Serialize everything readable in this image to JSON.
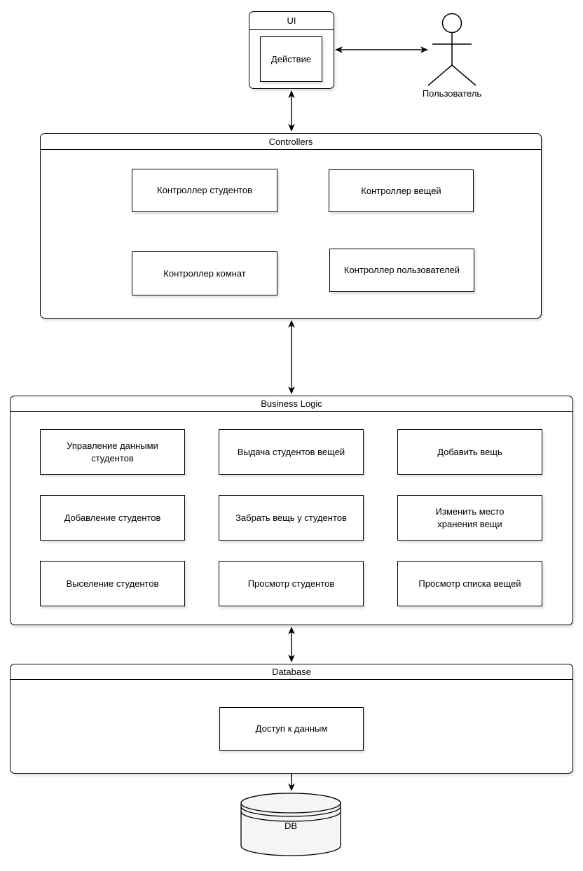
{
  "diagram": {
    "ui": {
      "title": "UI",
      "action_box": "Действие"
    },
    "actor": {
      "label": "Пользователь"
    },
    "controllers": {
      "title": "Controllers",
      "boxes": [
        "Контроллер студентов",
        "Контроллер вещей",
        "Контроллер комнат",
        "Контроллер пользователей"
      ]
    },
    "business_logic": {
      "title": "Business Logic",
      "boxes": [
        "Управление данными\nстудентов",
        "Выдача студентов вещей",
        "Добавить вещь",
        "Добавление студентов",
        "Забрать вещь у студентов",
        "Изменить место\nхранения вещи",
        "Выселение студентов",
        "Просмотр студентов",
        "Просмотр списка вещей"
      ]
    },
    "database": {
      "title": "Database",
      "access_box": "Доступ к данным"
    },
    "db_cylinder": {
      "label": "DB"
    },
    "colors": {
      "stroke": "#000000",
      "node_fill": "#ffffff",
      "cylinder_fill": "#f5f5f5"
    }
  }
}
